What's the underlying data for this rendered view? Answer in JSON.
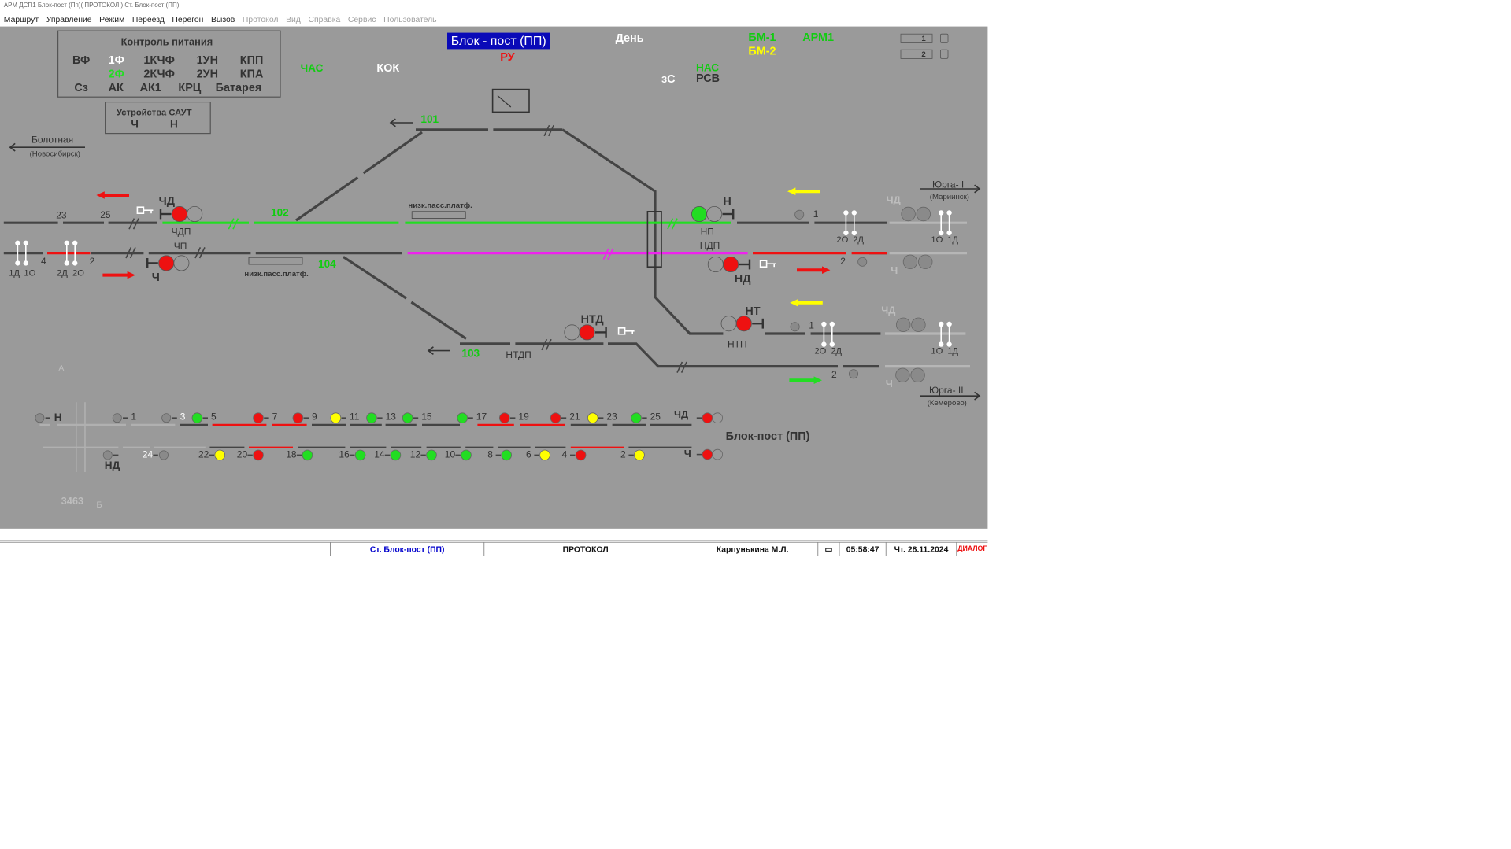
{
  "window_title": "АРМ ДСП1  Блок-пост (Пп)( ПРОТОКОЛ )  Ст. Блок-пост (ПП)",
  "menu": [
    {
      "label": "Маршрут",
      "enabled": true
    },
    {
      "label": "Управление",
      "enabled": true
    },
    {
      "label": "Режим",
      "enabled": true
    },
    {
      "label": "Переезд",
      "enabled": true
    },
    {
      "label": "Перегон",
      "enabled": true
    },
    {
      "label": "Вызов",
      "enabled": true
    },
    {
      "label": "Протокол",
      "enabled": false
    },
    {
      "label": "Вид",
      "enabled": false
    },
    {
      "label": "Справка",
      "enabled": false
    },
    {
      "label": "Сервис",
      "enabled": false
    },
    {
      "label": "Пользователь",
      "enabled": false
    }
  ],
  "power": {
    "title": "Контроль питания",
    "r1": [
      "ВФ",
      "1Ф",
      "1КЧФ",
      "1УН",
      "КПП"
    ],
    "r2": [
      "2Ф",
      "2КЧФ",
      "2УН",
      "КПА"
    ],
    "r3": [
      "Сз",
      "АК",
      "АК1",
      "КРЦ",
      "Батарея"
    ]
  },
  "saut": {
    "title": "Устройства САУТ",
    "ch": "Ч",
    "n": "Н"
  },
  "station": {
    "title": "Блок - пост (ПП)",
    "mode": "РУ",
    "day": "День",
    "bm1": "БМ-1",
    "arm1": "АРМ1",
    "bm2": "БМ-2",
    "chas": "ЧАС",
    "kok": "КОК",
    "nas": "НАС",
    "rsv": "РСВ",
    "zs": "зС",
    "pc1": "1",
    "pc2": "2"
  },
  "directions": {
    "bolotnaya": "Болотная",
    "nsk": "(Новосибирск)",
    "yurga1": "Юрга- I",
    "mariinsk": "(Мариинск)",
    "yurga2": "Юрга- II",
    "kemerovo": "(Кемерово)"
  },
  "tracks": {
    "t101": "101",
    "t102": "102",
    "t103": "103",
    "t104": "104",
    "nizk1": "низк.пасс.платф.",
    "nizk2": "низк.пасс.платф.",
    "ntdp": "НТДП",
    "chdp": "ЧДП",
    "chp": "ЧП",
    "np": "НП",
    "ndp": "НДП",
    "ntp": "НТП"
  },
  "signals": {
    "chd": "ЧД",
    "ch": "Ч",
    "n": "Н",
    "nd": "НД",
    "ntd": "НТД",
    "nt": "НТ",
    "chd_g": "ЧД",
    "ch_g": "Ч",
    "chd_g2": "ЧД",
    "ch_g2": "Ч"
  },
  "numbers": {
    "n23": "23",
    "n25": "25",
    "n4": "4",
    "n2": "2",
    "d1": "1Д",
    "o1": "1О",
    "d2": "2Д",
    "o2": "2О",
    "r1": "1",
    "r2o": "2О",
    "r2d": "2Д",
    "r1o": "1О",
    "r1d": "1Д",
    "r2": "2",
    "r1b": "1",
    "r2ob": "2О",
    "r2db": "2Д",
    "r1ob": "1О",
    "r1db": "1Д",
    "r2b": "2"
  },
  "block": {
    "title": "Блок-пост (ПП)",
    "h": "Н",
    "chd": "ЧД",
    "nd": "НД",
    "ch": "Ч",
    "top": [
      "1",
      "3",
      "5",
      "7",
      "9",
      "11",
      "13",
      "15",
      "17",
      "19",
      "21",
      "23",
      "25"
    ],
    "bottom": [
      "24",
      "22",
      "20",
      "18",
      "16",
      "14",
      "12",
      "10",
      "8",
      "6",
      "4",
      "2"
    ],
    "top_states": [
      "gray",
      "gray",
      "green",
      "red",
      "red",
      "yellow",
      "green",
      "green",
      "green",
      "red",
      "red",
      "yellow",
      "green"
    ],
    "bottom_states": [
      "gray",
      "yellow",
      "red",
      "green",
      "green",
      "green",
      "green",
      "green",
      "green",
      "yellow",
      "red",
      "yellow"
    ]
  },
  "misc": {
    "a": "А",
    "b": "Б",
    "n3463": "3463"
  },
  "status": {
    "station": "Ст. Блок-пост (ПП)",
    "protocol": "ПРОТОКОЛ",
    "user": "Карпунькина М.Л.",
    "time": "05:58:47",
    "date": "Чт. 28.11.2024",
    "dialog": "ДИАЛОГ"
  },
  "colors": {
    "green": "#22dd22",
    "red": "#ee1111",
    "yellow": "#ffff00",
    "magenta": "#ee22ee",
    "gray": "#8a8a8a",
    "track": "#444444"
  }
}
